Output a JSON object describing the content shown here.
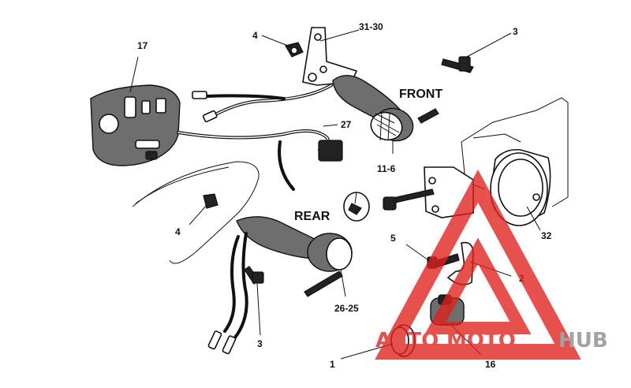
{
  "diagram": {
    "headings": {
      "front": "FRONT",
      "rear": "REAR"
    },
    "callouts": [
      {
        "id": "c-17",
        "text": "17"
      },
      {
        "id": "c-4a",
        "text": "4"
      },
      {
        "id": "c-31-30",
        "text": "31-30"
      },
      {
        "id": "c-3a",
        "text": "3"
      },
      {
        "id": "c-27",
        "text": "27"
      },
      {
        "id": "c-11-6",
        "text": "11-6"
      },
      {
        "id": "c-4b",
        "text": "4"
      },
      {
        "id": "c-5",
        "text": "5"
      },
      {
        "id": "c-32",
        "text": "32"
      },
      {
        "id": "c-2",
        "text": "2"
      },
      {
        "id": "c-26-25",
        "text": "26-25"
      },
      {
        "id": "c-3b",
        "text": "3"
      },
      {
        "id": "c-1",
        "text": "1"
      },
      {
        "id": "c-16",
        "text": "16"
      }
    ]
  },
  "watermark": {
    "part1": "AUTO",
    "part2": "MOTO",
    "part3": "HUB",
    "accent": "#e0201c",
    "grey": "#8a8a8a"
  }
}
